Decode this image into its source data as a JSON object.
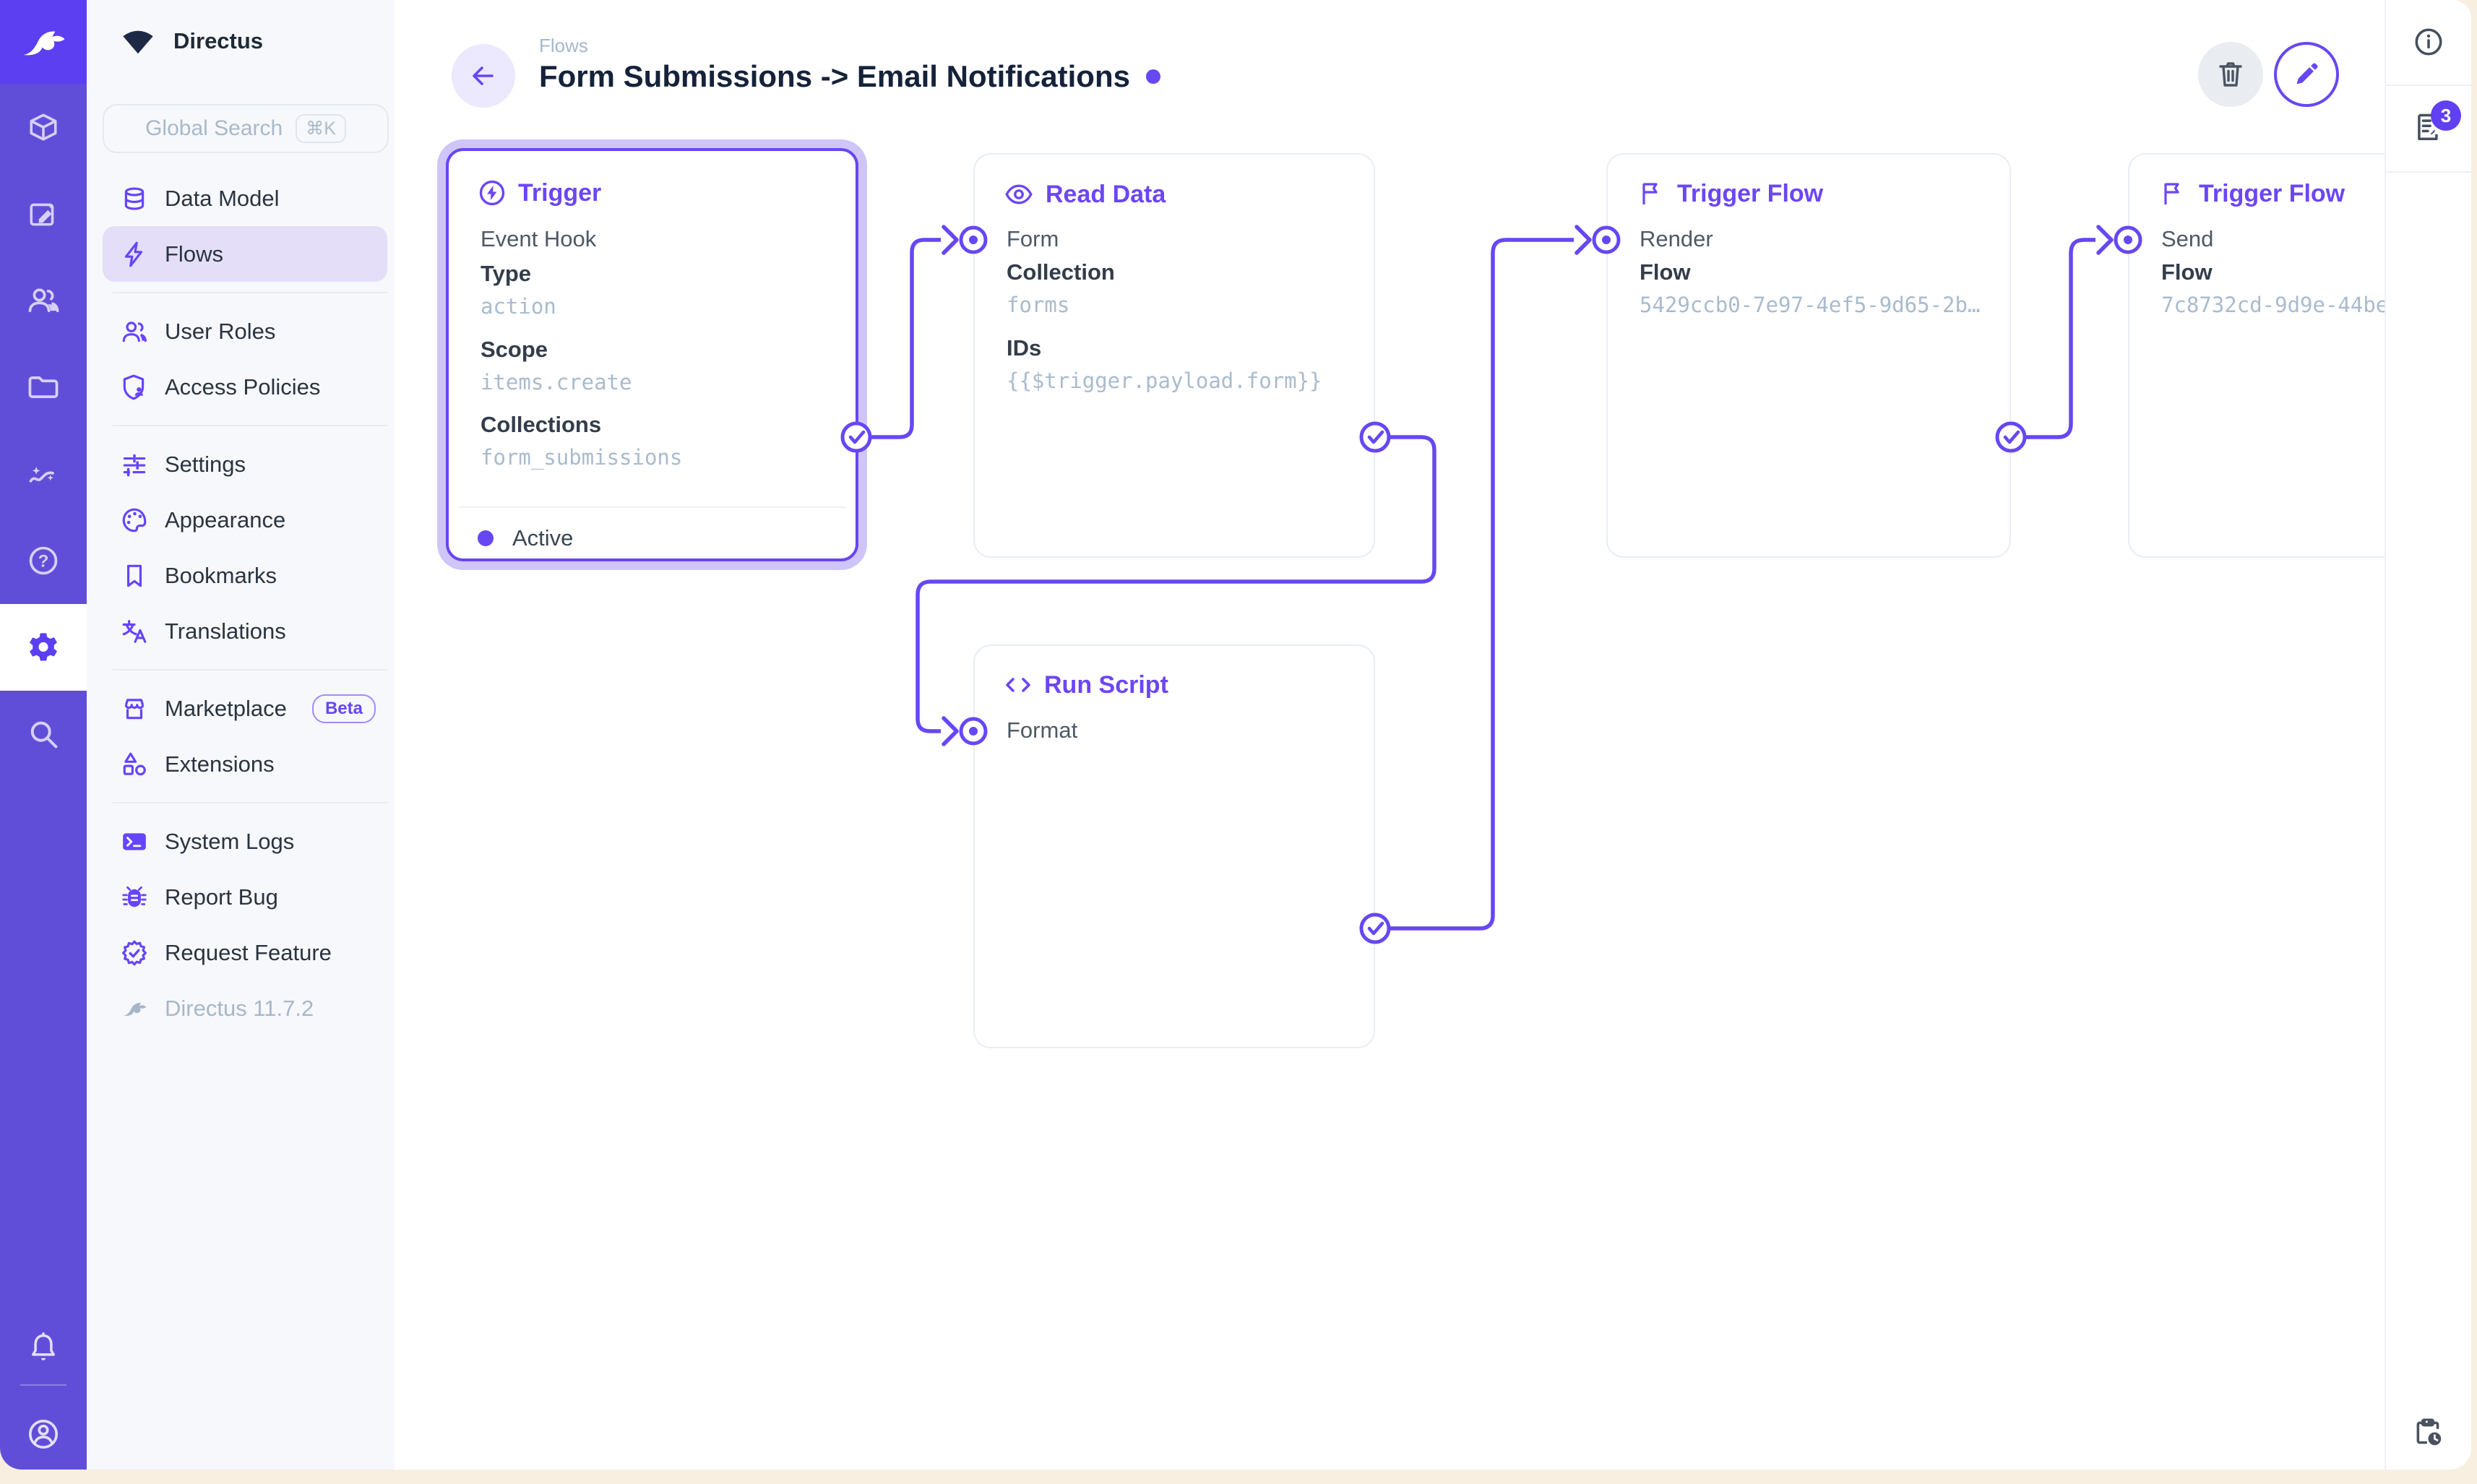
{
  "app": {
    "project_name": "Directus",
    "version": "Directus 11.7.2"
  },
  "module_bar": {
    "modules": [
      {
        "icon": "cube-icon"
      },
      {
        "icon": "edit-square-icon"
      },
      {
        "icon": "users-icon"
      },
      {
        "icon": "folder-icon"
      },
      {
        "icon": "insights-icon"
      },
      {
        "icon": "help-icon"
      },
      {
        "icon": "gear-icon",
        "active": true
      },
      {
        "icon": "search-icon"
      }
    ],
    "bottom": [
      {
        "icon": "bell-icon"
      },
      {
        "icon": "account-circle-icon"
      }
    ]
  },
  "sidebar": {
    "search": {
      "placeholder": "Global Search",
      "shortcut": "⌘K"
    },
    "items": [
      {
        "label": "Data Model",
        "icon": "database-icon"
      },
      {
        "label": "Flows",
        "icon": "bolt-icon",
        "active": true
      },
      {
        "label": "User Roles",
        "icon": "user-roles-icon"
      },
      {
        "label": "Access Policies",
        "icon": "shield-user-icon"
      },
      {
        "label": "Settings",
        "icon": "tune-icon"
      },
      {
        "label": "Appearance",
        "icon": "palette-icon"
      },
      {
        "label": "Bookmarks",
        "icon": "bookmark-icon"
      },
      {
        "label": "Translations",
        "icon": "translate-icon"
      },
      {
        "label": "Marketplace",
        "icon": "storefront-icon",
        "badge": "Beta"
      },
      {
        "label": "Extensions",
        "icon": "extensions-icon"
      },
      {
        "label": "System Logs",
        "icon": "terminal-icon"
      },
      {
        "label": "Report Bug",
        "icon": "bug-icon"
      },
      {
        "label": "Request Feature",
        "icon": "feature-badge-icon"
      }
    ]
  },
  "header": {
    "breadcrumb": "Flows",
    "title": "Form Submissions -> Email Notifications"
  },
  "right_sidebar": {
    "notifications_badge": "3"
  },
  "flow": {
    "trigger": {
      "title": "Trigger",
      "subtitle": "Event Hook",
      "fields": [
        {
          "label": "Type",
          "value": "action"
        },
        {
          "label": "Scope",
          "value": "items.create"
        },
        {
          "label": "Collections",
          "value": "form_submissions"
        }
      ],
      "status": "Active"
    },
    "read_data": {
      "title": "Read Data",
      "name": "Form",
      "fields": [
        {
          "label": "Collection",
          "value": "forms"
        },
        {
          "label": "IDs",
          "value": "{{$trigger.payload.form}}"
        }
      ]
    },
    "trigger_flow_render": {
      "title": "Trigger Flow",
      "name": "Render",
      "fields": [
        {
          "label": "Flow",
          "value": "5429ccb0-7e97-4ef5-9d65-2b…"
        }
      ]
    },
    "trigger_flow_send": {
      "title": "Trigger Flow",
      "name": "Send",
      "fields": [
        {
          "label": "Flow",
          "value": "7c8732cd-9d9e-44be"
        }
      ]
    },
    "run_script": {
      "title": "Run Script",
      "name": "Format"
    }
  },
  "colors": {
    "brand": "#6747F3",
    "module_bar": "#614ED8",
    "logo_tile": "#5B3FF0"
  }
}
